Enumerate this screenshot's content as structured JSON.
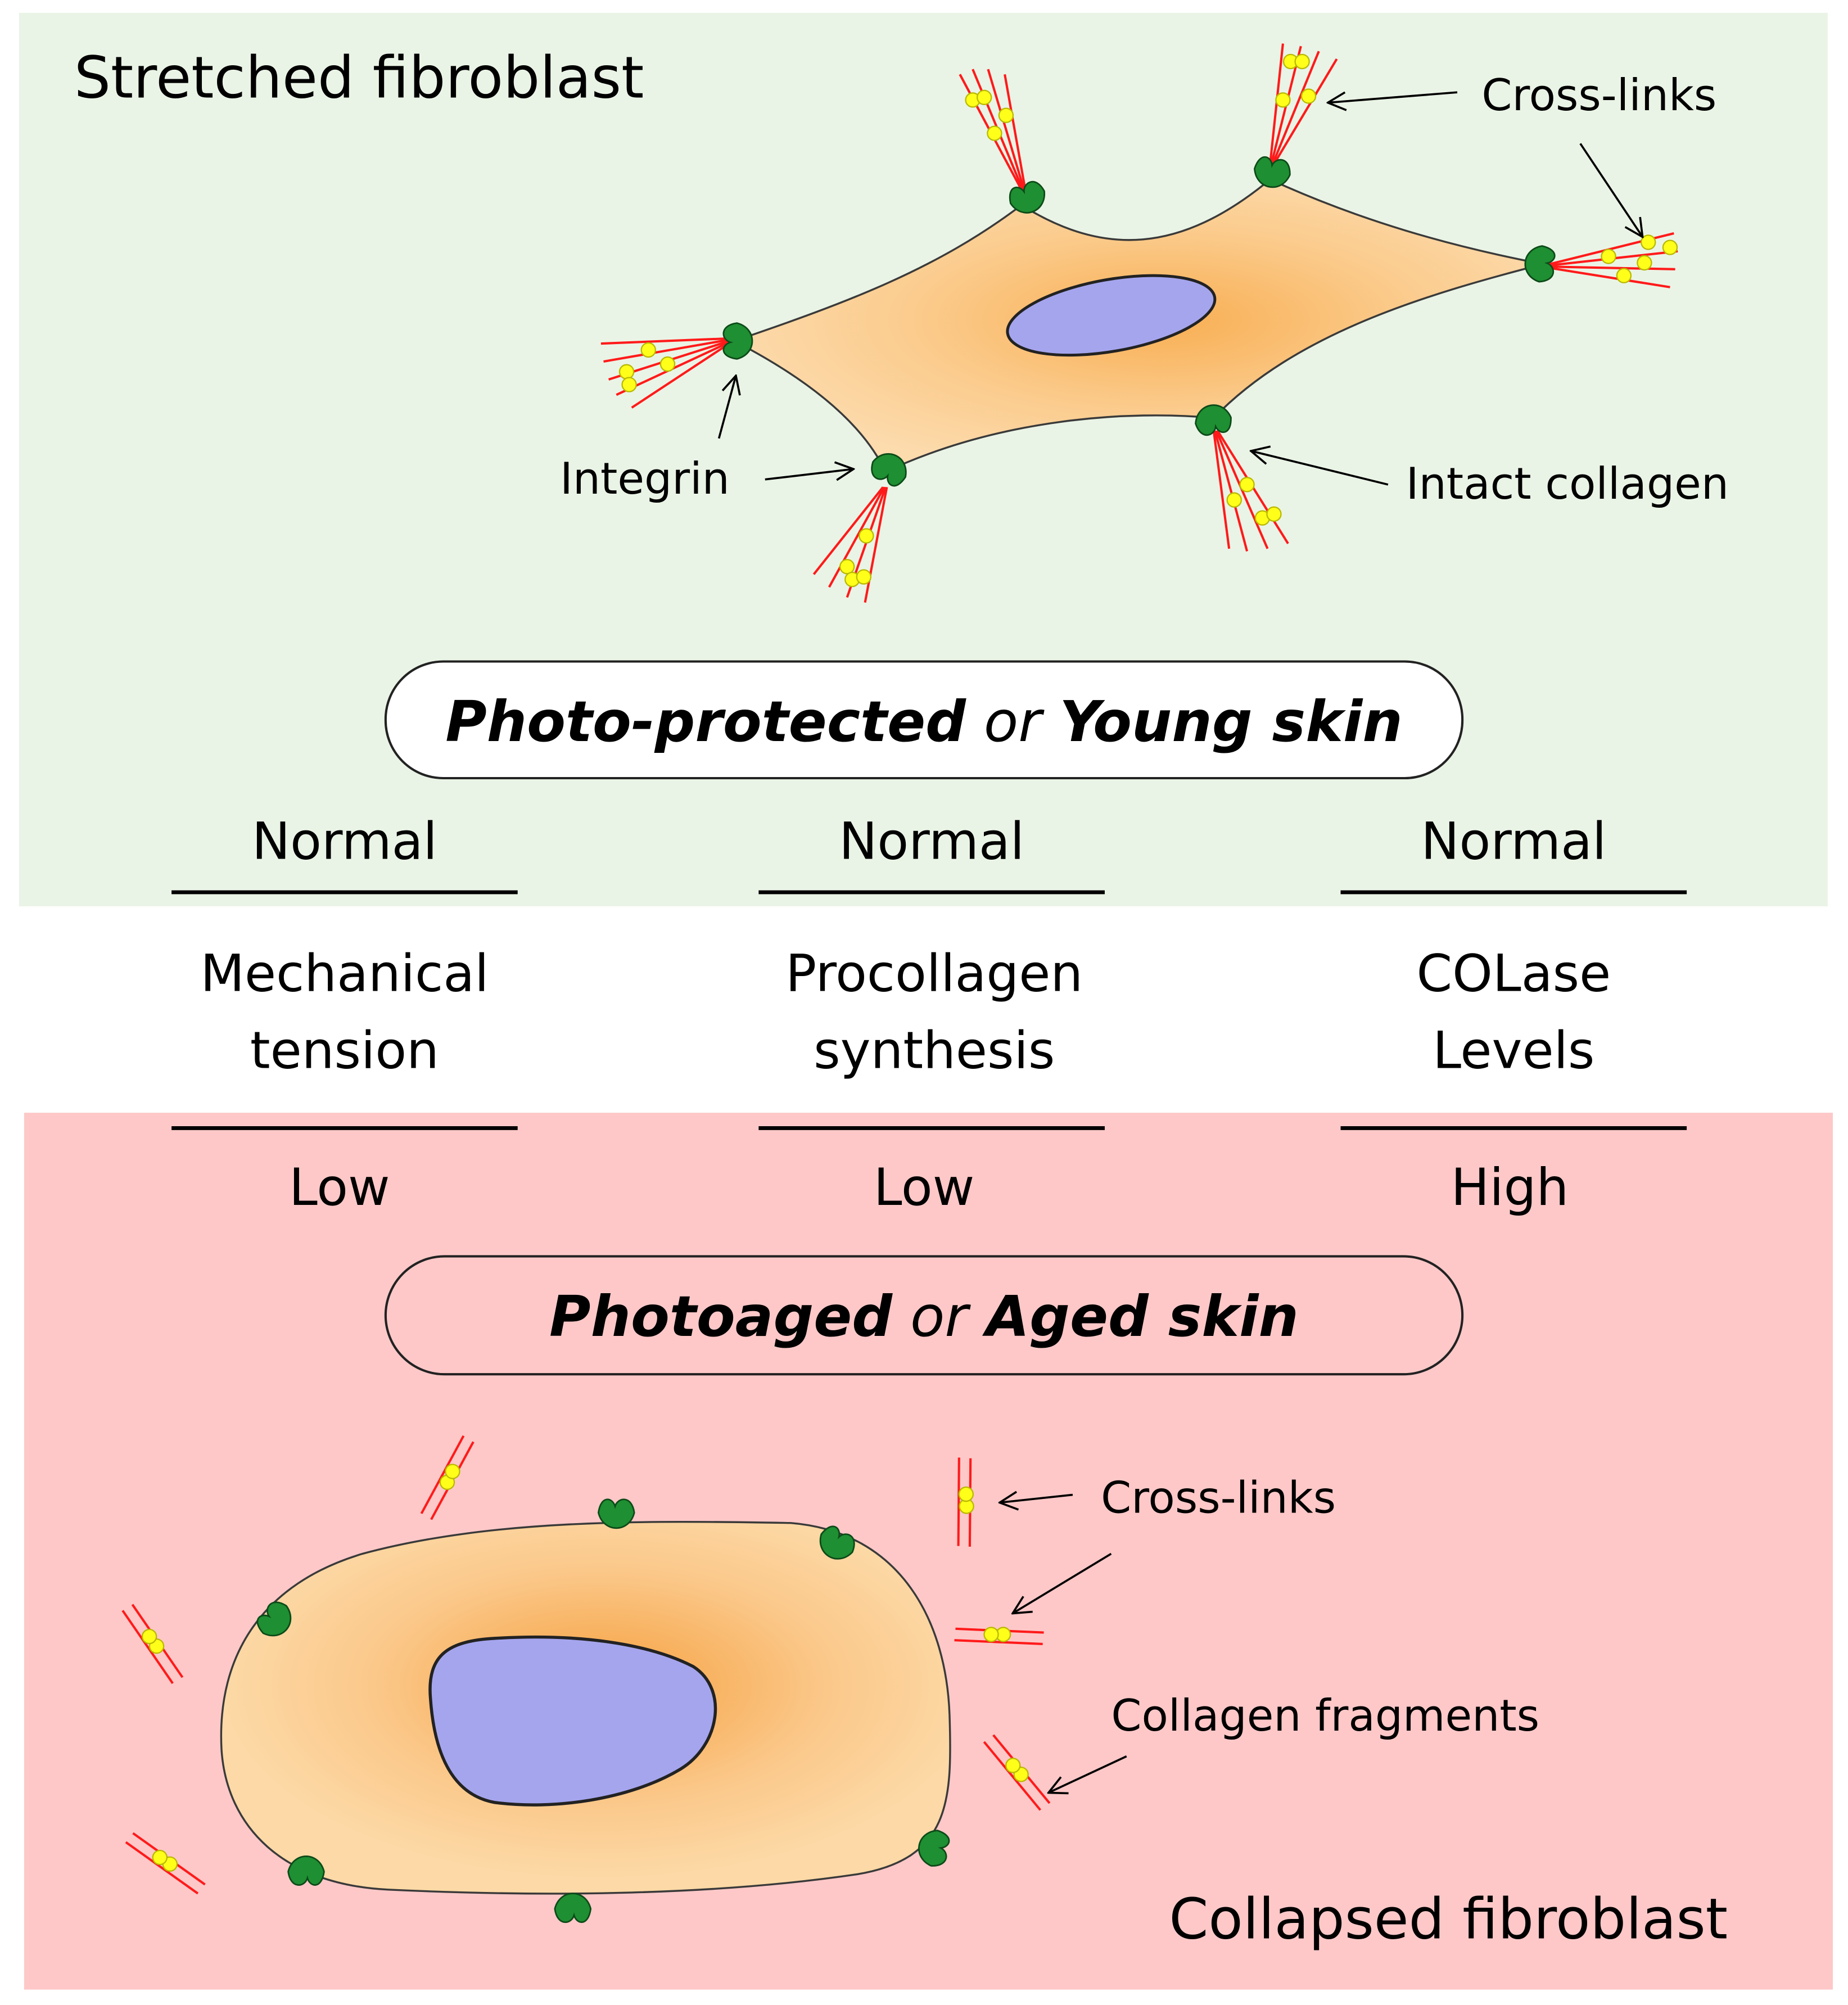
{
  "colors": {
    "top_background": "#eaf4e6",
    "bottom_background": "#fec8c8",
    "cell_fill": "#fcd8a6",
    "cell_center": "#f8ae52",
    "nucleus": "#a5a5ee",
    "integrin": "#1e8f32",
    "collagen": "#ff1a1a",
    "crosslink": "#ffff1a"
  },
  "top_panel": {
    "title": "Stretched fibroblast",
    "labels": {
      "crosslinks": "Cross-links",
      "integrin": "Integrin",
      "intact_collagen": "Intact collagen"
    },
    "skin_label": {
      "part1": "Photo-protected",
      "connector": " or ",
      "part2": "Young skin"
    }
  },
  "comparison": {
    "columns": [
      {
        "top_value": "Normal",
        "label_line1": "Mechanical",
        "label_line2": "tension",
        "bottom_value": "Low"
      },
      {
        "top_value": "Normal",
        "label_line1": "Procollagen",
        "label_line2": "synthesis",
        "bottom_value": "Low"
      },
      {
        "top_value": "Normal",
        "label_line1": "COLase",
        "label_line2": "Levels",
        "bottom_value": "High"
      }
    ]
  },
  "bottom_panel": {
    "title": "Collapsed fibroblast",
    "labels": {
      "crosslinks": "Cross-links",
      "collagen_fragments": "Collagen fragments"
    },
    "skin_label": {
      "part1": "Photoaged",
      "connector": " or ",
      "part2": "Aged skin"
    }
  }
}
